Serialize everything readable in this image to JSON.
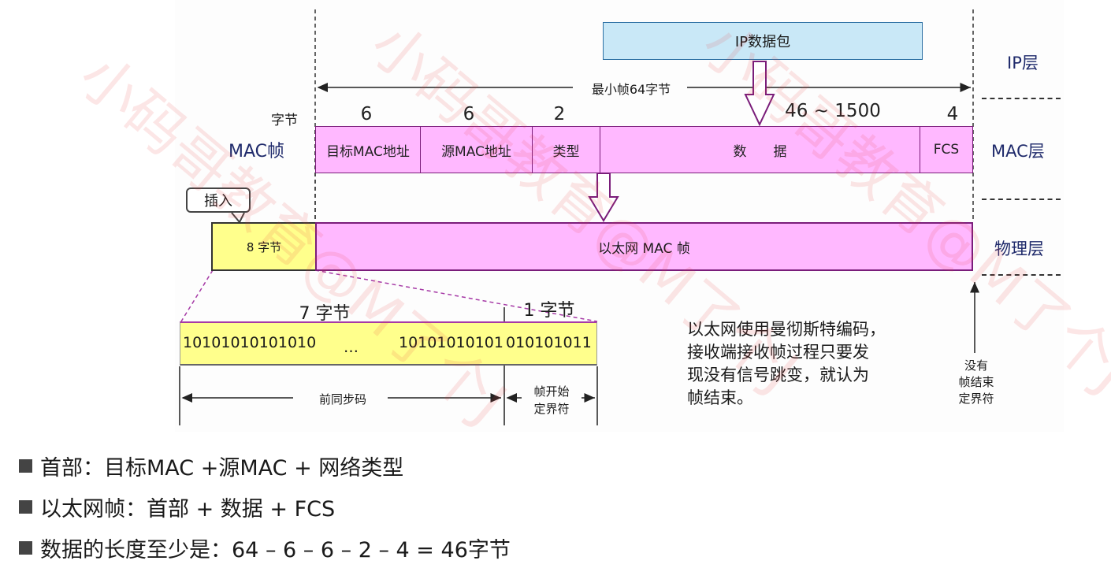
{
  "ip_packet": "IP数据包",
  "min_frame": "最小帧64字节",
  "byte_label": "字节",
  "mac_frame_label": "MAC帧",
  "field_sizes": {
    "dst": "6",
    "src": "6",
    "type": "2",
    "data": "46 ~ 1500",
    "fcs": "4"
  },
  "mac_fields": {
    "dst": "目标MAC地址",
    "src": "源MAC地址",
    "type": "类型",
    "data": "数　　据",
    "fcs": "FCS"
  },
  "insert_label": "插入",
  "preamble_box": "8 字节",
  "eth_frame": "以太网 MAC 帧",
  "layers": {
    "ip": "IP层",
    "mac": "MAC层",
    "phys": "物理层"
  },
  "preamble_detail": {
    "bytes7": "7 字节",
    "bytes1": "1 字节",
    "bits_left": "10101010101010",
    "dots": "…",
    "bits_mid": "10101010101",
    "bits_right": "010101011",
    "sync_label": "前同步码",
    "sfd_label_1": "帧开始",
    "sfd_label_2": "定界符"
  },
  "manchester_note": [
    "以太网使用曼彻斯特编码，",
    "接收端接收帧过程只要发",
    "现没有信号跳变，就认为",
    "帧结束。"
  ],
  "no_eof": [
    "没有",
    "帧结束",
    "定界符"
  ],
  "bullets": [
    "首部：目标MAC +源MAC + 网络类型",
    "以太网帧：首部 + 数据 + FCS",
    "数据的长度至少是：64 – 6 – 6 – 2 – 4 = 46字节"
  ],
  "watermark": "小码哥教育@M了个J"
}
